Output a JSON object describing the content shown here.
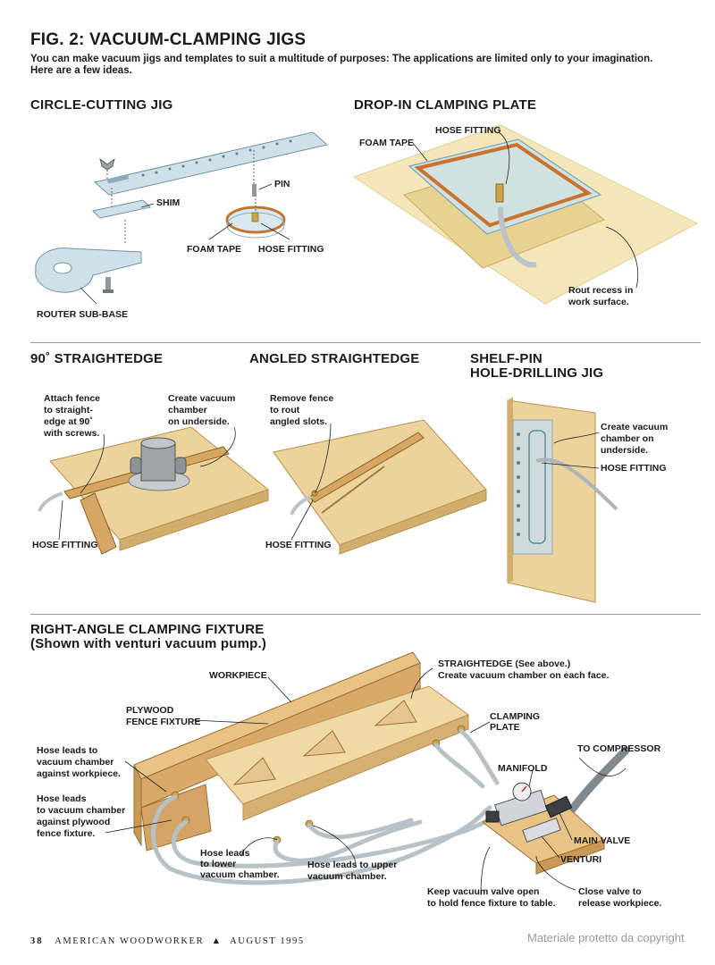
{
  "figure": {
    "title": "FIG. 2: VACUUM-CLAMPING JIGS",
    "intro": "You can make vacuum jigs and templates to suit a multitude of purposes: The applications are limited only to your imagination. Here are a few ideas."
  },
  "circle_cutting": {
    "heading": "CIRCLE-CUTTING JIG",
    "labels": {
      "shim": "SHIM",
      "pin": "PIN",
      "foam_tape": "FOAM TAPE",
      "hose_fitting": "HOSE FITTING",
      "router_sub_base": "ROUTER SUB-BASE"
    }
  },
  "drop_in": {
    "heading": "DROP-IN CLAMPING PLATE",
    "labels": {
      "hose_fitting": "HOSE FITTING",
      "foam_tape": "FOAM TAPE",
      "rout_recess_1": "Rout recess in",
      "rout_recess_2": "work surface."
    }
  },
  "straightedge_90": {
    "heading": "90˚ STRAIGHTEDGE",
    "labels": {
      "attach_1": "Attach fence",
      "attach_2": "to straight-",
      "attach_3": "edge at 90˚",
      "attach_4": "with screws.",
      "create_1": "Create vacuum",
      "create_2": "chamber",
      "create_3": "on underside.",
      "hose_fitting": "HOSE FITTING"
    }
  },
  "angled_straightedge": {
    "heading": "ANGLED STRAIGHTEDGE",
    "labels": {
      "remove_1": "Remove fence",
      "remove_2": "to rout",
      "remove_3": "angled slots.",
      "hose_fitting": "HOSE FITTING"
    }
  },
  "shelf_pin": {
    "heading_1": "SHELF-PIN",
    "heading_2": "HOLE-DRILLING JIG",
    "labels": {
      "create_1": "Create vacuum",
      "create_2": "chamber on",
      "create_3": "underside.",
      "hose_fitting": "HOSE FITTING"
    }
  },
  "right_angle": {
    "heading_1": "RIGHT-ANGLE CLAMPING FIXTURE",
    "heading_2": "(Shown with venturi vacuum pump.)",
    "labels": {
      "workpiece": "WORKPIECE",
      "straightedge_1": "STRAIGHTEDGE (See above.)",
      "straightedge_2": "Create vacuum chamber on each face.",
      "plywood_1": "PLYWOOD",
      "plywood_2": "FENCE FIXTURE",
      "clamping_1": "CLAMPING",
      "clamping_2": "PLATE",
      "to_compressor": "TO COMPRESSOR",
      "manifold": "MANIFOLD",
      "hose_leads_wp_1": "Hose leads to",
      "hose_leads_wp_2": "vacuum chamber",
      "hose_leads_wp_3": "against workpiece.",
      "hose_leads_ply_1": "Hose leads",
      "hose_leads_ply_2": "to vacuum chamber",
      "hose_leads_ply_3": "against plywood",
      "hose_leads_ply_4": "fence fixture.",
      "main_valve": "MAIN VALVE",
      "venturi": "VENTURI",
      "lower_1": "Hose leads",
      "lower_2": "to lower",
      "lower_3": "vacuum chamber.",
      "upper_1": "Hose leads to upper",
      "upper_2": "vacuum chamber.",
      "keep_1": "Keep vacuum valve open",
      "keep_2": "to hold fence fixture to table.",
      "close_1": "Close valve to",
      "close_2": "release workpiece."
    }
  },
  "footer": {
    "page_number": "38",
    "magazine": "AMERICAN WOODWORKER",
    "separator": "▲",
    "issue": "AUGUST 1995"
  },
  "watermark": "Materiale protetto da copyright",
  "colors": {
    "wood": "#e9c98a",
    "wood_dark": "#c99a55",
    "acrylic": "#c9dde6",
    "acrylic_edge": "#7fa3b5",
    "foam": "#d08845",
    "hose": "#cfd6da",
    "work_surface": "#f3e7bd"
  }
}
